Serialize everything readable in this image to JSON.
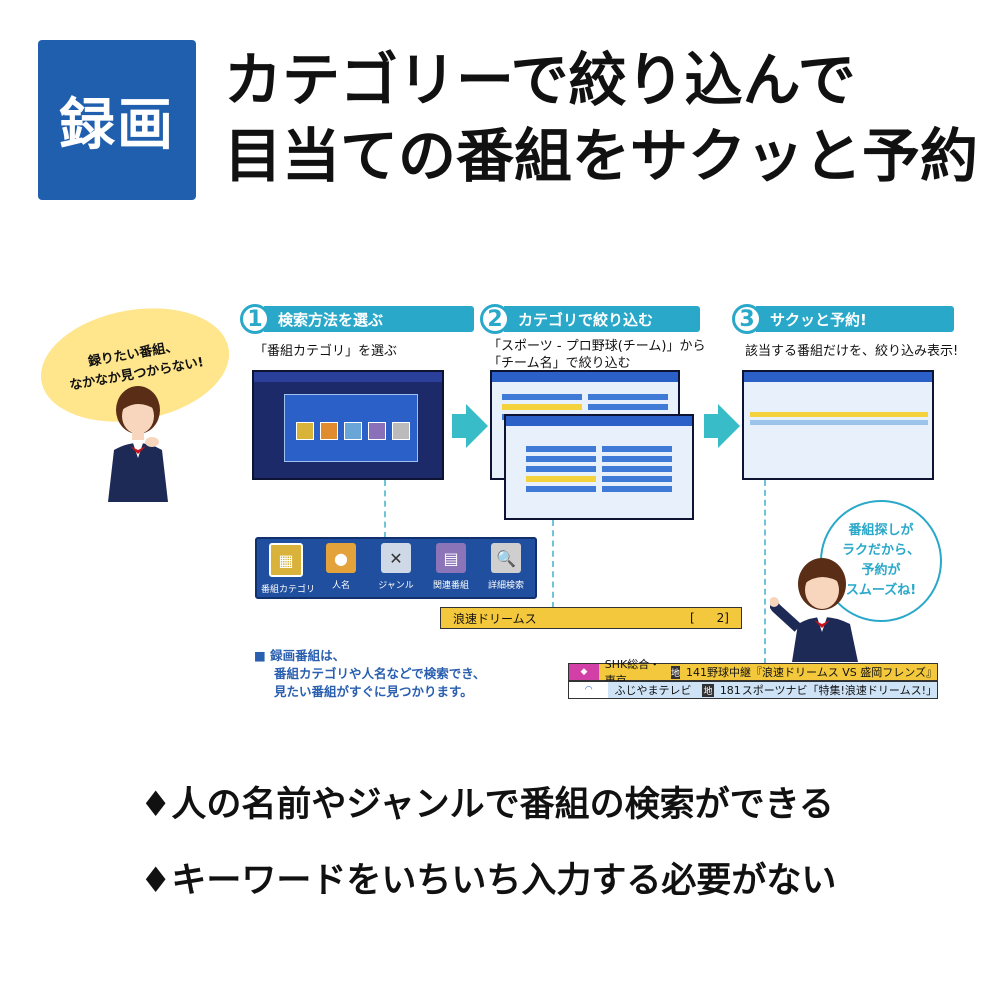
{
  "header": {
    "badge": "録画",
    "title_line1": "カテゴリーで絞り込んで",
    "title_line2": "目当ての番組をサクッと予約"
  },
  "left_bubble": {
    "line1": "録りたい番組、",
    "line2": "なかなか見つからない!"
  },
  "steps": [
    {
      "num": "1",
      "label": "検索方法を選ぶ",
      "sub1": "「番組カテゴリ」を選ぶ",
      "sub2": ""
    },
    {
      "num": "2",
      "label": "カテゴリで絞り込む",
      "sub1": "「スポーツ - プロ野球(チーム)」から",
      "sub2": "「チーム名」で絞り込む"
    },
    {
      "num": "3",
      "label": "サクッと予約!",
      "sub1": "該当する番組だけを、絞り込み表示!",
      "sub2": ""
    }
  ],
  "menu": {
    "items": [
      {
        "label": "番組カテゴリ",
        "icon": "grid-icon"
      },
      {
        "label": "人名",
        "icon": "person-icon"
      },
      {
        "label": "ジャンル",
        "icon": "genre-icon"
      },
      {
        "label": "関連番組",
        "icon": "related-icon"
      },
      {
        "label": "詳細検索",
        "icon": "magnifier-icon"
      }
    ]
  },
  "search_result_bar": {
    "title": "浪速ドリームス",
    "count_open": "[",
    "count": "2]"
  },
  "note": {
    "line1": "■ 録画番組は、",
    "line2": "番組カテゴリや人名などで検索でき、",
    "line3": "見たい番組がすぐに見つかります。"
  },
  "right_bubble": {
    "line1": "番組探しが",
    "line2": "ラクだから、",
    "line3": "予約が",
    "line4": "スムーズね!"
  },
  "results": [
    {
      "channel": "SHK総合・東京",
      "type": "地",
      "num": "141",
      "program": "野球中継『浪速ドリームス VS 盛岡フレンズ』"
    },
    {
      "channel": "ふじやまテレビ",
      "type": "地",
      "num": "181",
      "program": "スポーツナビ「特集!浪速ドリームス!」"
    }
  ],
  "bullets": [
    "♦人の名前やジャンルで番組の検索ができる",
    "♦キーワードをいちいち入力する必要がない"
  ],
  "colors": {
    "badge": "#1f5fae",
    "accent": "#29a8c9",
    "highlight": "#f3c83c"
  }
}
